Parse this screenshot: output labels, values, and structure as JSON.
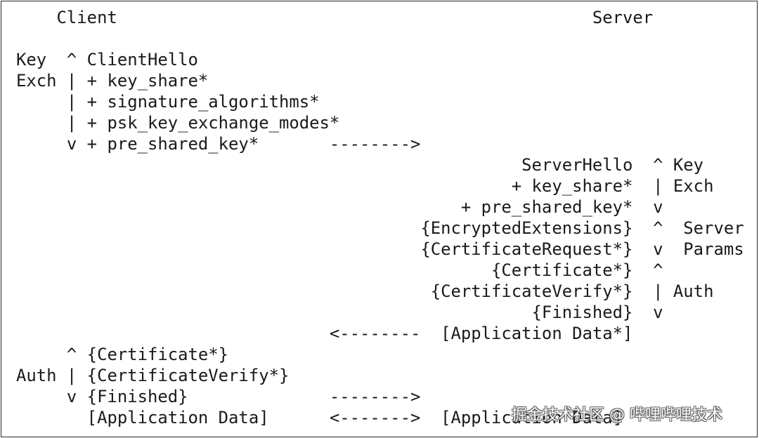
{
  "diagram": {
    "lines": [
      "    Client                                               Server",
      "",
      "Key  ^ ClientHello",
      "Exch | + key_share*",
      "     | + signature_algorithms*",
      "     | + psk_key_exchange_modes*",
      "     v + pre_shared_key*       -------->",
      "                                                  ServerHello  ^ Key",
      "                                                 + key_share*  | Exch",
      "                                            + pre_shared_key*  v",
      "                                        {EncryptedExtensions}  ^  Server",
      "                                        {CertificateRequest*}  v  Params",
      "                                               {Certificate*}  ^",
      "                                         {CertificateVerify*}  | Auth",
      "                                                   {Finished}  v",
      "                               <--------  [Application Data*]",
      "     ^ {Certificate*}",
      "Auth | {CertificateVerify*}",
      "     v {Finished}              -------->",
      "       [Application Data]      <------->  [Application Data]"
    ]
  },
  "watermark": {
    "text": "掘金技术社区 @ 哔哩哔哩技术"
  },
  "colors": {
    "text": "#1a1a1a",
    "border": "#2b2b2b",
    "background": "#ffffff"
  }
}
